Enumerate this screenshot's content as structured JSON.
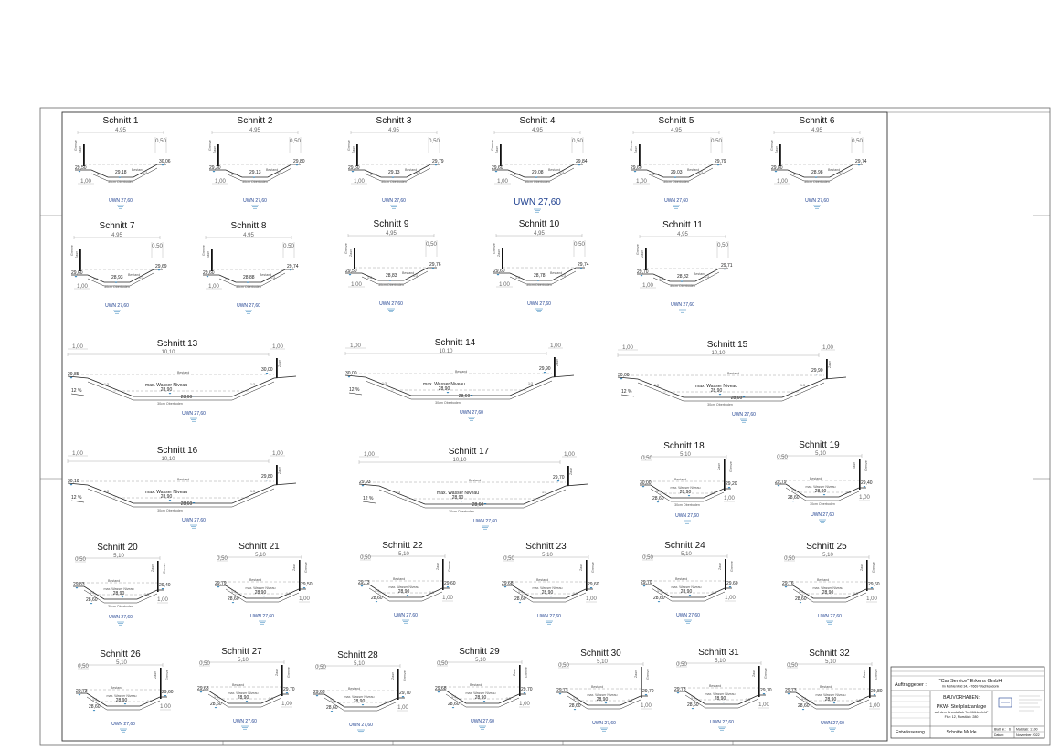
{
  "sections": [
    {
      "title": "Schnitt  1",
      "type": "small",
      "width": "4,95",
      "left_level": "29,50",
      "bottom_level": "29,18",
      "right_level": "30,06",
      "right_dim": "0,50",
      "left_dim": "1,00",
      "uwn": "UWN 27,60",
      "uwn_big": false,
      "wall": "left",
      "bottom_label": "30cm Oberboden"
    },
    {
      "title": "Schnitt  2",
      "type": "small",
      "width": "4,95",
      "left_level": "29,30",
      "bottom_level": "29,13",
      "right_level": "29,80",
      "right_dim": "0,50",
      "left_dim": "1,00",
      "uwn": "UWN 27,60",
      "uwn_big": false,
      "wall": "left",
      "bottom_label": "30cm Oberboden"
    },
    {
      "title": "Schnitt  3",
      "type": "small",
      "width": "4,95",
      "left_level": "29,50",
      "bottom_level": "29,13",
      "right_level": "29,79",
      "right_dim": "0,50",
      "left_dim": "1,00",
      "uwn": "UWN 27,60",
      "uwn_big": false,
      "wall": "left",
      "bottom_label": "30cm Oberboden"
    },
    {
      "title": "Schnitt  4",
      "type": "small",
      "width": "4,95",
      "left_level": "29,60",
      "bottom_level": "29,08",
      "right_level": "29,84",
      "right_dim": "0,50",
      "left_dim": "1,00",
      "uwn": "UWN 27,60",
      "uwn_big": true,
      "wall": "left",
      "bottom_label": "30cm Oberboden"
    },
    {
      "title": "Schnitt  5",
      "type": "small",
      "width": "4,95",
      "left_level": "29,60",
      "bottom_level": "29,03",
      "right_level": "29,79",
      "right_dim": "0,50",
      "left_dim": "1,00",
      "uwn": "UWN 27,60",
      "uwn_big": false,
      "wall": "left",
      "bottom_label": "30cm Oberboden"
    },
    {
      "title": "Schnitt  6",
      "type": "small",
      "width": "4,95",
      "left_level": "29,80",
      "bottom_level": "28,98",
      "right_level": "29,74",
      "right_dim": "0,50",
      "left_dim": "1,00",
      "uwn": "UWN 27,60",
      "uwn_big": false,
      "wall": "left",
      "bottom_label": "30cm Oberboden"
    },
    {
      "title": "Schnitt  7",
      "type": "small",
      "width": "4,95",
      "left_level": "29,60",
      "bottom_level": "28,93",
      "right_level": "29,69",
      "right_dim": "0,50",
      "left_dim": "1,00",
      "uwn": "UWN 27,60",
      "uwn_big": false,
      "wall": "left",
      "bottom_label": "30cm Oberboden"
    },
    {
      "title": "Schnitt  8",
      "type": "small",
      "width": "4,95",
      "left_level": "29,60",
      "bottom_level": "28,88",
      "right_level": "29,74",
      "right_dim": "0,50",
      "left_dim": "1,00",
      "uwn": "UWN 27,60",
      "uwn_big": false,
      "wall": "left",
      "bottom_label": "30cm Oberboden"
    },
    {
      "title": "Schnitt  9",
      "type": "small",
      "width": "4,95",
      "left_level": "29,50",
      "bottom_level": "28,83",
      "right_level": "29,76",
      "right_dim": "0,50",
      "left_dim": "1,00",
      "uwn": "UWN 27,60",
      "uwn_big": false,
      "wall": "left",
      "bottom_label": "30cm Oberboden"
    },
    {
      "title": "Schnitt  10",
      "type": "small",
      "width": "4,95",
      "left_level": "29,60",
      "bottom_level": "28,78",
      "right_level": "29,74",
      "right_dim": "0,50",
      "left_dim": "1,00",
      "uwn": "UWN 27,60",
      "uwn_big": false,
      "wall": "left",
      "bottom_label": "30cm Oberboden"
    },
    {
      "title": "Schnitt  11",
      "type": "small",
      "width": "4,95",
      "left_level": "29,70",
      "bottom_level": "28,82",
      "right_level": "29,71",
      "right_dim": "0,50",
      "left_dim": "1,00",
      "uwn": "UWN 27,60",
      "uwn_big": false,
      "wall": "left",
      "bottom_label": "30cm Oberboden"
    },
    {
      "title": "Schnitt  13",
      "type": "wide",
      "width": "10,10",
      "left_level": "29,85",
      "right_level": "30,00",
      "water_level": "28,90",
      "bottom_level": "28,60",
      "water_label": "max. Wasser Niveau",
      "slope": "12 %",
      "left_dim": "1,00",
      "right_dim": "1,00",
      "uwn": "UWN 27,60",
      "uwn_big": false,
      "wall": "right",
      "bottom_label": "30cm Oberboden"
    },
    {
      "title": "Schnitt  14",
      "type": "wide",
      "width": "10,10",
      "left_level": "30,00",
      "right_level": "29,90",
      "water_level": "28,90",
      "bottom_level": "28,60",
      "water_label": "max. Wasser Niveau",
      "slope": "12 %",
      "left_dim": "1,00",
      "right_dim": "1,00",
      "uwn": "UWN 27,60",
      "uwn_big": false,
      "wall": "right",
      "bottom_label": "30cm Oberboden"
    },
    {
      "title": "Schnitt  15",
      "type": "wide",
      "width": "10,10",
      "left_level": "30,00",
      "right_level": "29,90",
      "water_level": "28,90",
      "bottom_level": "28,60",
      "water_label": "max. Wasser Niveau",
      "slope": "12 %",
      "left_dim": "1,00",
      "right_dim": "1,00",
      "uwn": "UWN 27,60",
      "uwn_big": false,
      "wall": "right",
      "bottom_label": "30cm Oberboden"
    },
    {
      "title": "Schnitt  16",
      "type": "wide",
      "width": "10,10",
      "left_level": "30,10",
      "right_level": "29,80",
      "water_level": "28,90",
      "bottom_level": "28,60",
      "water_label": "max. Wasser Niveau",
      "slope": "12 %",
      "left_dim": "1,00",
      "right_dim": "1,00",
      "uwn": "UWN 27,60",
      "uwn_big": false,
      "wall": "right",
      "bottom_label": "30cm Oberboden"
    },
    {
      "title": "Schnitt  17",
      "type": "wide",
      "width": "10,10",
      "left_level": "29,93",
      "right_level": "29,70",
      "water_level": "28,90",
      "bottom_level": "28,60",
      "water_label": "max. Wasser Niveau",
      "slope": "12 %",
      "left_dim": "1,00",
      "right_dim": "1,00",
      "uwn": "UWN 27,60",
      "uwn_big": false,
      "wall": "right",
      "bottom_label": "30cm Oberboden"
    },
    {
      "title": "Schnitt  18",
      "type": "narrow",
      "width": "5,10",
      "left_level": "30,00",
      "right_level": "29,20",
      "water_level": "28,90",
      "bottom_level": "28,60",
      "water_label": "max. Wasser Niveau",
      "left_dim": "0,50",
      "right_dim": "1,00",
      "uwn": "UWN 27,60",
      "uwn_big": false,
      "wall": "right",
      "bottom_label": "30cm Oberboden"
    },
    {
      "title": "Schnitt  19",
      "type": "narrow",
      "width": "5,10",
      "left_level": "29,79",
      "right_level": "29,40",
      "water_level": "28,90",
      "bottom_level": "28,60",
      "water_label": "max. Wasser Niveau",
      "left_dim": "0,50",
      "right_dim": "1,00",
      "uwn": "UWN 27,60",
      "uwn_big": false,
      "wall": "right",
      "bottom_label": "30cm Oberboden"
    },
    {
      "title": "Schnitt  20",
      "type": "narrow",
      "width": "5,10",
      "left_level": "29,83",
      "right_level": "29,40",
      "water_level": "28,90",
      "bottom_level": "28,60",
      "water_label": "max. Wasser Niveau",
      "left_dim": "0,50",
      "right_dim": "1,00",
      "uwn": "UWN 27,60",
      "uwn_big": false,
      "wall": "right",
      "bottom_label": "30cm Oberboden"
    },
    {
      "title": "Schnitt  21",
      "type": "narrow",
      "width": "5,10",
      "left_level": "29,79",
      "right_level": "29,50",
      "water_level": "28,90",
      "bottom_level": "28,60",
      "water_label": "max. Wasser Niveau",
      "left_dim": "0,50",
      "right_dim": "1,00",
      "uwn": "UWN 27,60",
      "uwn_big": false,
      "wall": "right",
      "bottom_label": ""
    },
    {
      "title": "Schnitt  22",
      "type": "narrow",
      "width": "5,10",
      "left_level": "29,73",
      "right_level": "29,60",
      "water_level": "28,90",
      "bottom_level": "28,60",
      "water_label": "max. Wasser Niveau",
      "left_dim": "0,50",
      "right_dim": "1,00",
      "uwn": "UWN 27,60",
      "uwn_big": false,
      "wall": "right",
      "bottom_label": ""
    },
    {
      "title": "Schnitt  23",
      "type": "narrow",
      "width": "5,10",
      "left_level": "29,68",
      "right_level": "29,60",
      "water_level": "28,90",
      "bottom_level": "28,60",
      "water_label": "max. Wasser Niveau",
      "left_dim": "0,50",
      "right_dim": "1,00",
      "uwn": "UWN 27,60",
      "uwn_big": false,
      "wall": "right",
      "bottom_label": ""
    },
    {
      "title": "Schnitt  24",
      "type": "narrow",
      "width": "5,10",
      "left_level": "29,70",
      "right_level": "29,60",
      "water_level": "28,90",
      "bottom_level": "28,60",
      "water_label": "max. Wasser Niveau",
      "left_dim": "0,50",
      "right_dim": "1,00",
      "uwn": "UWN 27,60",
      "uwn_big": false,
      "wall": "right",
      "bottom_label": ""
    },
    {
      "title": "Schnitt  25",
      "type": "narrow",
      "width": "5,10",
      "left_level": "29,76",
      "right_level": "29,60",
      "water_level": "28,90",
      "bottom_level": "28,60",
      "water_label": "max. Wasser Niveau",
      "left_dim": "0,50",
      "right_dim": "1,00",
      "uwn": "UWN 27,60",
      "uwn_big": false,
      "wall": "right",
      "bottom_label": ""
    },
    {
      "title": "Schnitt  26",
      "type": "narrow",
      "width": "5,10",
      "left_level": "29,73",
      "right_level": "29,60",
      "water_level": "28,90",
      "bottom_level": "28,60",
      "water_label": "max. Wasser Niveau",
      "left_dim": "0,50",
      "right_dim": "1,00",
      "uwn": "UWN 27,60",
      "uwn_big": false,
      "wall": "right",
      "bottom_label": ""
    },
    {
      "title": "Schnitt  27",
      "type": "narrow",
      "width": "5,10",
      "left_level": "29,68",
      "right_level": "29,70",
      "water_level": "28,90",
      "bottom_level": "28,60",
      "water_label": "max. Wasser Niveau",
      "left_dim": "0,50",
      "right_dim": "1,00",
      "uwn": "UWN 27,60",
      "uwn_big": false,
      "wall": "right",
      "bottom_label": ""
    },
    {
      "title": "Schnitt  28",
      "type": "narrow",
      "width": "5,10",
      "left_level": "29,63",
      "right_level": "29,70",
      "water_level": "28,90",
      "bottom_level": "28,60",
      "water_label": "max. Wasser Niveau",
      "left_dim": "0,50",
      "right_dim": "1,00",
      "uwn": "UWN 27,60",
      "uwn_big": false,
      "wall": "right",
      "bottom_label": ""
    },
    {
      "title": "Schnitt  29",
      "type": "narrow",
      "width": "5,10",
      "left_level": "29,68",
      "right_level": "29,70",
      "water_level": "28,90",
      "bottom_level": "28,60",
      "water_label": "max. Wasser Niveau",
      "left_dim": "0,50",
      "right_dim": "1,00",
      "uwn": "UWN 27,60",
      "uwn_big": false,
      "wall": "right",
      "bottom_label": ""
    },
    {
      "title": "Schnitt  30",
      "type": "narrow",
      "width": "5,10",
      "left_level": "29,73",
      "right_level": "29,70",
      "water_level": "28,90",
      "bottom_level": "28,60",
      "water_label": "max. Wasser Niveau",
      "left_dim": "0,50",
      "right_dim": "1,00",
      "uwn": "UWN 27,60",
      "uwn_big": false,
      "wall": "right",
      "bottom_label": ""
    },
    {
      "title": "Schnitt  31",
      "type": "narrow",
      "width": "5,10",
      "left_level": "29,78",
      "right_level": "29,70",
      "water_level": "28,90",
      "bottom_level": "28,60",
      "water_label": "max. Wasser Niveau",
      "left_dim": "0,50",
      "right_dim": "1,00",
      "uwn": "UWN 27,60",
      "uwn_big": false,
      "wall": "right",
      "bottom_label": ""
    },
    {
      "title": "Schnitt  32",
      "type": "narrow",
      "width": "5,10",
      "left_level": "29,73",
      "right_level": "29,80",
      "water_level": "28,90",
      "bottom_level": "28,60",
      "water_label": "max. Wasser Niveau",
      "left_dim": "0,50",
      "right_dim": "1,00",
      "uwn": "UWN 27,60",
      "uwn_big": false,
      "wall": "right",
      "bottom_label": ""
    }
  ],
  "labels": {
    "wall_left": "Grenze",
    "wall_right": "Zaun",
    "slope": "1:3",
    "existing": "Bestand"
  },
  "title_block": {
    "client_label": "Auftraggeber :",
    "client_name": "\"Car Service\" Erkens GmbH",
    "client_address": "Im Mühlenfeld 34, 47669 Wachtendonk",
    "project_label": "BAUVORHABEN:",
    "project_name": "PKW- Stellplatzanlage",
    "project_site": "auf dem Grundstück \"Im Mühlenfeld\"",
    "project_parcel": "Flur: 12, Flurstück: 280",
    "drawing_left": "Entwässerung",
    "drawing_title": "Schnitte Mulde",
    "sheet_label": "Blatt Nr.:",
    "sheet_no": "6",
    "scale_label": "Maßstab: 1:100",
    "date_label": "Datum:",
    "date_value": "November 2022"
  },
  "colors": {
    "uwn": "#1d3f8f",
    "water": "#2a7fb8",
    "line": "#222222",
    "dashed": "#888888"
  }
}
